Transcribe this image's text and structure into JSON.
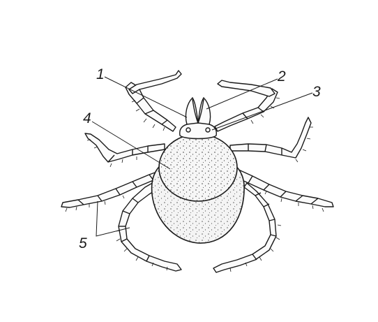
{
  "figure": {
    "subject": "tick",
    "callouts": [
      {
        "id": "1",
        "label": "1"
      },
      {
        "id": "2",
        "label": "2"
      },
      {
        "id": "3",
        "label": "3"
      },
      {
        "id": "4",
        "label": "4"
      },
      {
        "id": "5",
        "label": "5"
      }
    ]
  },
  "colors": {
    "background": "#ffffff",
    "ink": "#1a1a1a",
    "stipple": "#333333",
    "body_fill": "#f4f4f4"
  }
}
